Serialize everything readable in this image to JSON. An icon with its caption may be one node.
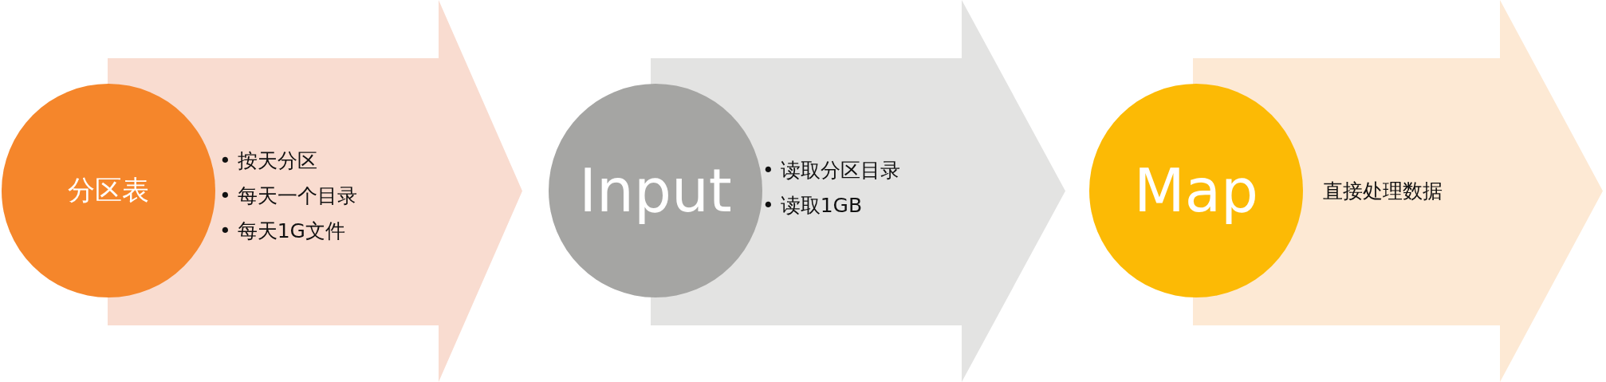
{
  "diagram": {
    "nodes": [
      {
        "text": [
          "分区表"
        ]
      },
      {
        "text": [
          "• 按天分区",
          "• 每天一个目录",
          "• 每天1G文件"
        ]
      },
      {
        "text": [
          "Input"
        ]
      },
      {
        "text": [
          "• 读取分区目录",
          "• 读取1GB"
        ]
      },
      {
        "text": [
          "Map"
        ]
      },
      {
        "text": [
          "直接处理数据"
        ]
      }
    ]
  }
}
